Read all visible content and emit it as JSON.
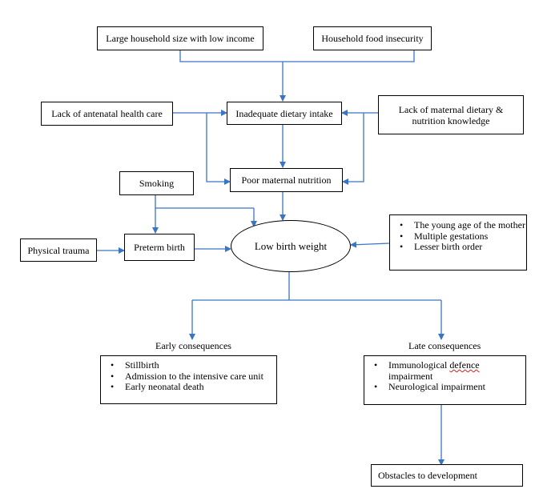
{
  "boxes": {
    "large_household": "Large household size with low income",
    "food_insecurity": "Household food insecurity",
    "antenatal_care": "Lack of antenatal  health care",
    "dietary_intake": "Inadequate dietary intake",
    "knowledge": "Lack of maternal dietary & nutrition knowledge",
    "poor_nutrition": "Poor maternal nutrition",
    "smoking": "Smoking",
    "physical_trauma": "Physical trauma",
    "preterm_birth": "Preterm birth",
    "low_birth_weight": "Low birth weight",
    "obstacles": "Obstacles to development"
  },
  "maternal_factors": [
    "The young age of the mother",
    "Multiple gestations",
    "Lesser birth order"
  ],
  "early": {
    "heading": "Early consequences",
    "items": [
      "Stillbirth",
      "Admission to the intensive care unit",
      "Early neonatal death"
    ]
  },
  "late": {
    "heading": "Late consequences",
    "item1_pre": "Immunological ",
    "item1_flag": "defence",
    "item1_post": " impairment",
    "item2": "Neurological impairment"
  },
  "colors": {
    "arrow": "#3a75c4",
    "border": "#000000"
  }
}
